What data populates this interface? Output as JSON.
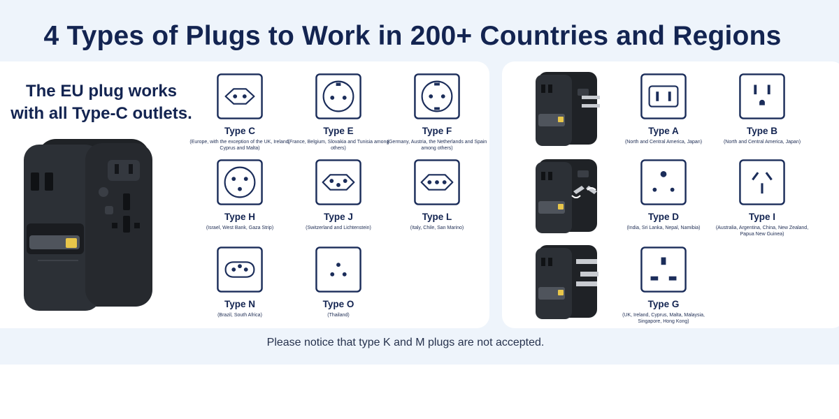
{
  "title": "4 Types of Plugs to Work in 200+ Countries and Regions",
  "eu_message": {
    "line1": "The EU plug works",
    "line2": "with all Type-C outlets."
  },
  "plugs_eu": [
    {
      "type": "Type C",
      "desc": "(Europe, with the exception of the UK, Ireland, Cyprus and Malta)",
      "icon": "socket-type-c-icon"
    },
    {
      "type": "Type E",
      "desc": "(France, Belgium, Slovakia and Tunisia among others)",
      "icon": "socket-type-e-icon"
    },
    {
      "type": "Type F",
      "desc": "(Germany, Austria, the Netherlands and Spain among others)",
      "icon": "socket-type-f-icon"
    },
    {
      "type": "Type H",
      "desc": "(Israel, West Bank, Gaza Strip)",
      "icon": "socket-type-h-icon"
    },
    {
      "type": "Type J",
      "desc": "(Switzerland and Lichtenstein)",
      "icon": "socket-type-j-icon"
    },
    {
      "type": "Type L",
      "desc": "(Italy, Chile, San Marino)",
      "icon": "socket-type-l-icon"
    },
    {
      "type": "Type N",
      "desc": "(Brazil, South Africa)",
      "icon": "socket-type-n-icon"
    },
    {
      "type": "Type O",
      "desc": "(Thailand)",
      "icon": "socket-type-o-icon"
    }
  ],
  "plugs_other": [
    {
      "type": "Type A",
      "desc": "(North and Central America, Japan)",
      "icon": "socket-type-a-icon"
    },
    {
      "type": "Type B",
      "desc": "(North and Central America, Japan)",
      "icon": "socket-type-b-icon"
    },
    {
      "type": "Type D",
      "desc": "(India, Sri Lanka, Nepal, Namibia)",
      "icon": "socket-type-d-icon"
    },
    {
      "type": "Type I",
      "desc": "(Australia, Argentina, China, New Zealand, Papua New Guinea)",
      "icon": "socket-type-i-icon"
    },
    {
      "type": "Type G",
      "desc": "(UK, Ireland, Cyprus, Malta, Malaysia, Singapore, Hong Kong)",
      "icon": "socket-type-g-icon"
    }
  ],
  "notice": "Please notice that type K and M plugs are not accepted.",
  "colors": {
    "navy": "#1b2d5a",
    "background": "#eef4fb",
    "adapter": "#2b2f35"
  }
}
